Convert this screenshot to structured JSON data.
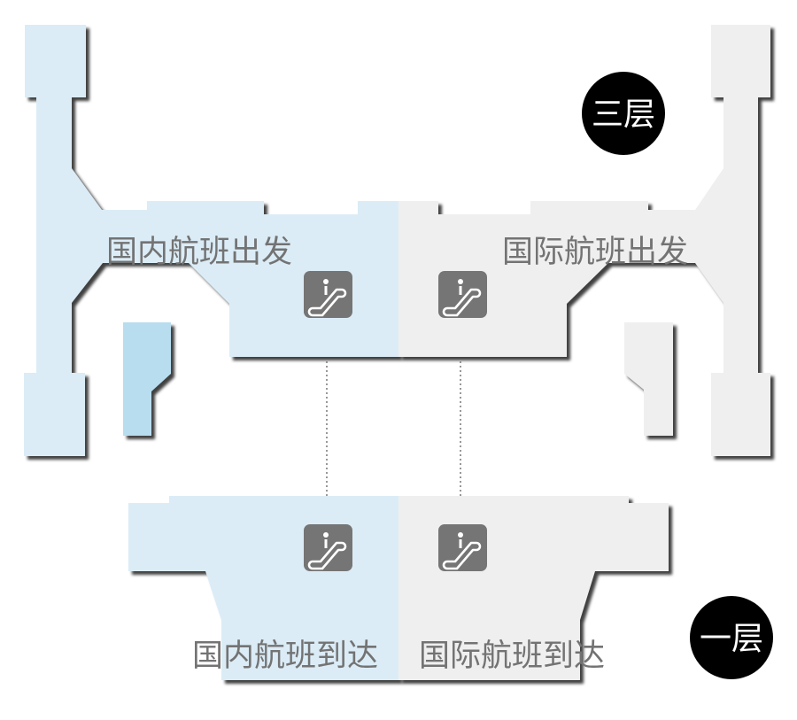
{
  "colors": {
    "domestic": "#dbecf6",
    "domestic_pier": "#b8ddef",
    "international": "#efefef",
    "label": "#737373",
    "icon_bg": "#757575",
    "badge": "#000000"
  },
  "floor3": {
    "badge": "三层",
    "domestic_label": "国内航班出发",
    "international_label": "国际航班出发",
    "escalator_icon": "escalator-icon"
  },
  "floor1": {
    "badge": "一层",
    "domestic_label": "国内航班到达",
    "international_label": "国际航班到达",
    "escalator_icon": "escalator-icon"
  }
}
